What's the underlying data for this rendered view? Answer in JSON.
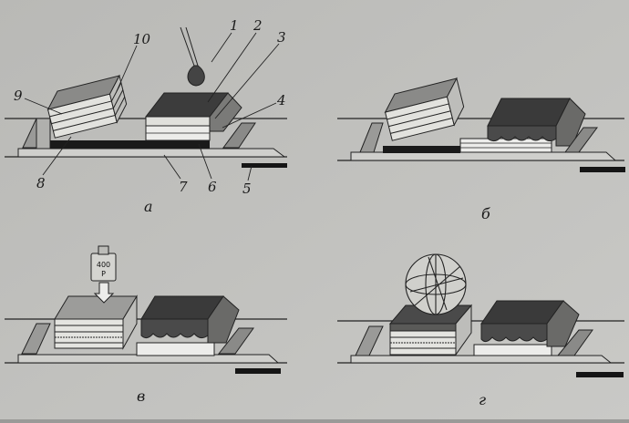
{
  "panels": [
    {
      "label": "а"
    },
    {
      "label": "б"
    },
    {
      "label": "в"
    },
    {
      "label": "г"
    }
  ],
  "callouts": [
    "1",
    "2",
    "3",
    "4",
    "5",
    "6",
    "7",
    "8",
    "9",
    "10"
  ],
  "weight": {
    "top": "400",
    "bottom": "P"
  },
  "colors": {
    "background": "#9a9a98",
    "paper": "#c4c4c2",
    "dark_block": "#404040",
    "black_bar": "#151515",
    "ink": "#1a1a1a"
  }
}
